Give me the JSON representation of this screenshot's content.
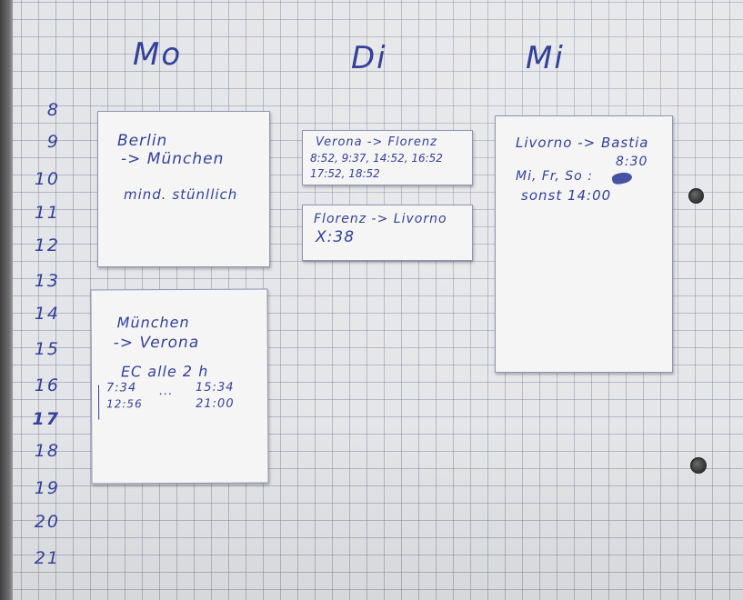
{
  "days": [
    "Mo",
    "Di",
    "Mi"
  ],
  "hours": [
    "8",
    "9",
    "10",
    "11",
    "12",
    "13",
    "14",
    "15",
    "16",
    "17",
    "18",
    "19",
    "20",
    "21"
  ],
  "mo_note_1": {
    "line1": "Berlin",
    "line2": "-> München",
    "line3": "mind. stünllich"
  },
  "mo_note_2": {
    "line1": "München",
    "line2": "-> Verona",
    "line3": "EC alle 2 h",
    "row1": {
      "first": "7:34",
      "ellipsis": "...",
      "last": "15:34"
    },
    "row2": {
      "first": "12:56",
      "last": "21:00"
    }
  },
  "di_note_1": {
    "line1": "Verona -> Florenz",
    "line2": "8:52, 9:37, 14:52, 16:52",
    "line3": "17:52, 18:52"
  },
  "di_note_2": {
    "line1": "Florenz -> Livorno",
    "line2": "X:38"
  },
  "mi_note_1": {
    "line1": "Livorno -> Bastia",
    "line2": "8:30",
    "line3": "Mi, Fr, So :",
    "line4": "sonst 14:00"
  },
  "colors": {
    "ink": "#33419a",
    "paper": "#e4e5e8",
    "note": "#f5f5f6"
  }
}
